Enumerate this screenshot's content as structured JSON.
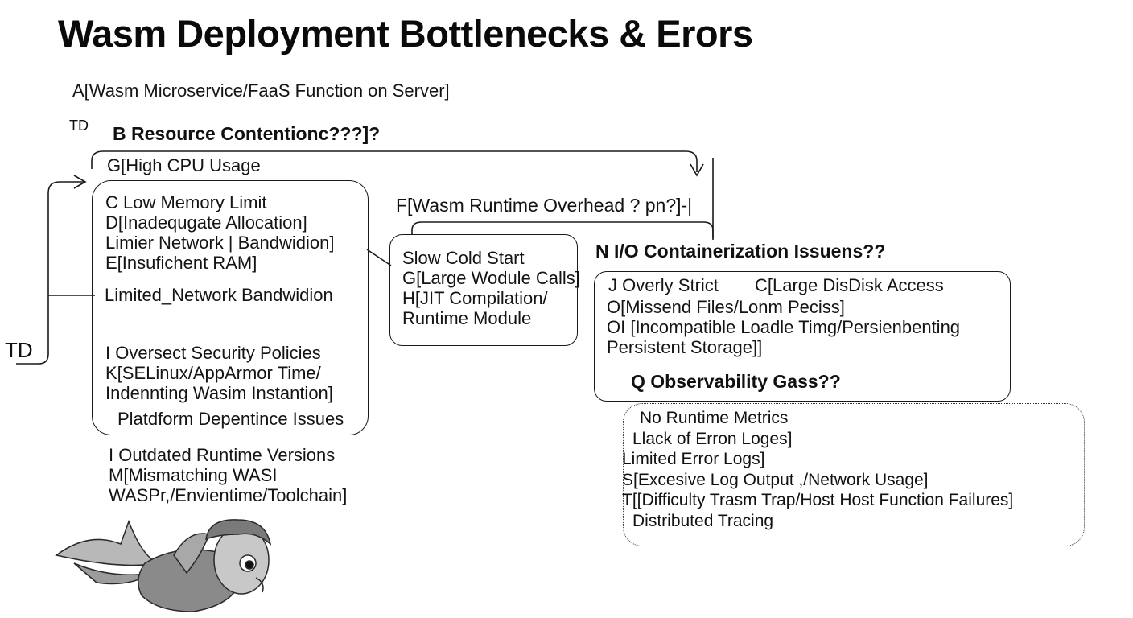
{
  "title": "Wasm Deployment Bottlenecks & Erors",
  "nodes": {
    "a": "A[Wasm Microservice/FaaS Function on Server]",
    "td_top": "TD",
    "td_left": "TD",
    "b": "B Resource Contentionc???]?",
    "g": "G[High CPU Usage",
    "resource_lines": [
      "C Low Memory Limit",
      "D[Inadequgate Allocation]",
      "Limier Network | Bandwidion]",
      "E[Insufichent RAM]"
    ],
    "limited_network": "Limited_Network Bandwidion",
    "security_lines": [
      "I Oversect Security Policies",
      "K[SELinux/AppArmor Time/",
      "Indennting Wasim Instantion]"
    ],
    "platform": "Platdform Depentince Issues",
    "outdated_lines": [
      "I Outdated Runtime Versions",
      "M[Mismatching WASI",
      "WASPr,/Envientime/Toolchain]"
    ],
    "f": "F[Wasm Runtime Overhead ? pn?]-|",
    "runtime_lines": [
      "Slow Cold Start",
      "G[Large Wodule Calls]",
      "H[JIT Compilation/",
      "Runtime Module"
    ],
    "n": "N I/O Containerization Issuens??",
    "io_line1_left": "J Overly Strict",
    "io_line1_right": "C[Large DisDisk Access",
    "io_lines": [
      "O[Missend Files/Lonm Peciss]",
      "OI [Incompatible Loadle Timg/Persienbenting",
      "Persistent Storage]]"
    ],
    "q": "Q Observability Gass??",
    "obs_lines": [
      "No Runtime Metrics",
      "Llack of Erron Loges]",
      "Limited Error Logs]",
      "S[Excesive Log Output ,/Network Usage]",
      "T[[Difficulty Trasm Trap/Host Host Function Failures]",
      "Distributed Tracing"
    ]
  }
}
